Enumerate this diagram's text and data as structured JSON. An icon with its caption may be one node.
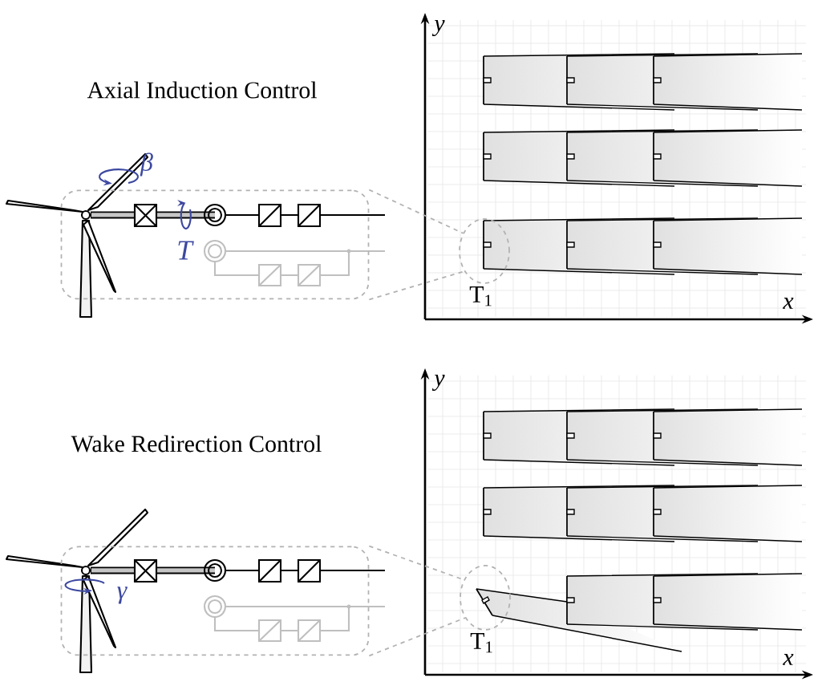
{
  "diagram": {
    "nodes": [
      {
        "text": [],
        "shape": "box"
      },
      {
        "text": [],
        "shape": "circle",
        "beside": [
          "T$_{1}$"
        ]
      },
      {
        "text": [],
        "shape": "box"
      },
      {
        "text": [],
        "shape": "circle",
        "beside": [
          "T$_{1}$"
        ]
      }
    ],
    "edges": [
      {
        "from": 0,
        "to": 1,
        "arrow": "none",
        "style": "dashed"
      },
      {
        "from": 0,
        "to": 1,
        "arrow": "none",
        "style": "dashed"
      },
      {
        "from": 2,
        "to": 3,
        "arrow": "none",
        "style": "dashed"
      },
      {
        "from": 2,
        "to": 3,
        "arrow": "none",
        "style": "dashed"
      }
    ],
    "labels": [
      "y",
      "Axial Induction Control",
      "β",
      "T",
      "x",
      "y",
      "Wake Redirection Control",
      "γ",
      "x"
    ]
  }
}
